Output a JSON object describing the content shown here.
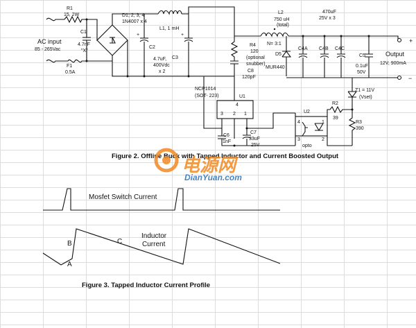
{
  "figure2": {
    "caption": "Figure 2. Offline Buck with Tapped Inductor and Current Boosted Output",
    "labels": {
      "r1": "R1",
      "r1_val": "15, 2W",
      "c1": "C1",
      "c1_val": "4.7nF",
      "c1_type": "\"X\"",
      "ac": "AC input",
      "ac_range": "85 - 265Vac",
      "f1": "F1",
      "f1_val": "0.5A",
      "d1": "D1, 2, 3, 4",
      "d1_val": "1N4007 x 4",
      "l1": "L1, 1 mH",
      "c2": "C2",
      "c3": "C3",
      "c23_val1": "4.7uF,",
      "c23_val2": "400Vdc",
      "c23_val3": "x 2",
      "l2": "L2",
      "l2_val1": "750 uH",
      "l2_val2": "(total)",
      "l2_ratio": "N= 3:1",
      "r4": "R4",
      "r4_val": "120",
      "r4_n1": "(optional",
      "r4_n2": "snubber)",
      "c8": "C8",
      "c8_val": "120pF",
      "d5": "D5",
      "d5_val": "MUR440",
      "c4_val1": "470uF",
      "c4_val2": "25V x 3",
      "c4a": "C4A",
      "c4b": "C4B",
      "c4c": "C4C",
      "c5": "C5",
      "c5_val1": "0.1uF",
      "c5_val2": "50V",
      "out": "Output",
      "out_val": "12V, 900mA",
      "plus": "+",
      "minus": "−",
      "ncp": "NCP1014",
      "ncp_pkg": "(SOT- 223)",
      "u1": "U1",
      "p4": "4",
      "p3": "3",
      "p2": "2",
      "p1": "1",
      "c6": "C6",
      "c6_val": "1nF",
      "c7": "C7",
      "c7_val1": "33uF",
      "c7_val2": "25V",
      "u2": "U2",
      "opto": "opto",
      "o4": "4",
      "o3": "3",
      "o1": "1",
      "o2": "2",
      "r2": "R2",
      "r2_val": "39",
      "r3": "R3",
      "r3_val": "390",
      "z1": "Z1 = 11V",
      "z1_sub": "(Vset)"
    }
  },
  "watermark": {
    "cn": "电源网",
    "url": "DianYuan.com"
  },
  "figure3": {
    "caption": "Figure 3. Tapped Inductor Current Profile",
    "waveform1_label": "Mosfet Switch Current",
    "waveform2_label_line1": "Inductor",
    "waveform2_label_line2": "Current",
    "point_a": "A",
    "point_b": "B",
    "point_c": "C"
  },
  "colors": {
    "ink": "#111111",
    "grid": "#dcdcdc",
    "watermark_orange": "#f08a24",
    "watermark_blue": "#2a6fb8"
  }
}
